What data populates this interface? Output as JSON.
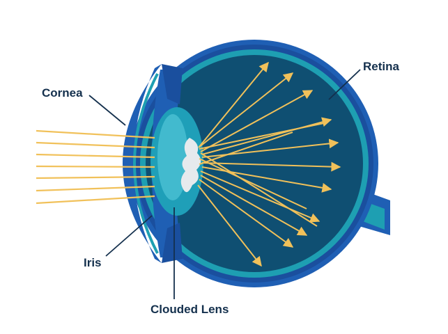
{
  "labels": {
    "cornea": "Cornea",
    "retina": "Retina",
    "iris": "Iris",
    "lens": "Clouded Lens"
  },
  "colors": {
    "outer_shell": "#1f5fb4",
    "outer_shell_dark": "#1a4f9e",
    "retina_band": "#1e9fb2",
    "vitreous": "#0f4f72",
    "lens_fill": "#1f9fb8",
    "lens_highlight": "#5fd0e0",
    "cloud": "#e6eaed",
    "light_rays": "#f1c15a",
    "leader_lines": "#14304d",
    "text": "#14304d"
  }
}
